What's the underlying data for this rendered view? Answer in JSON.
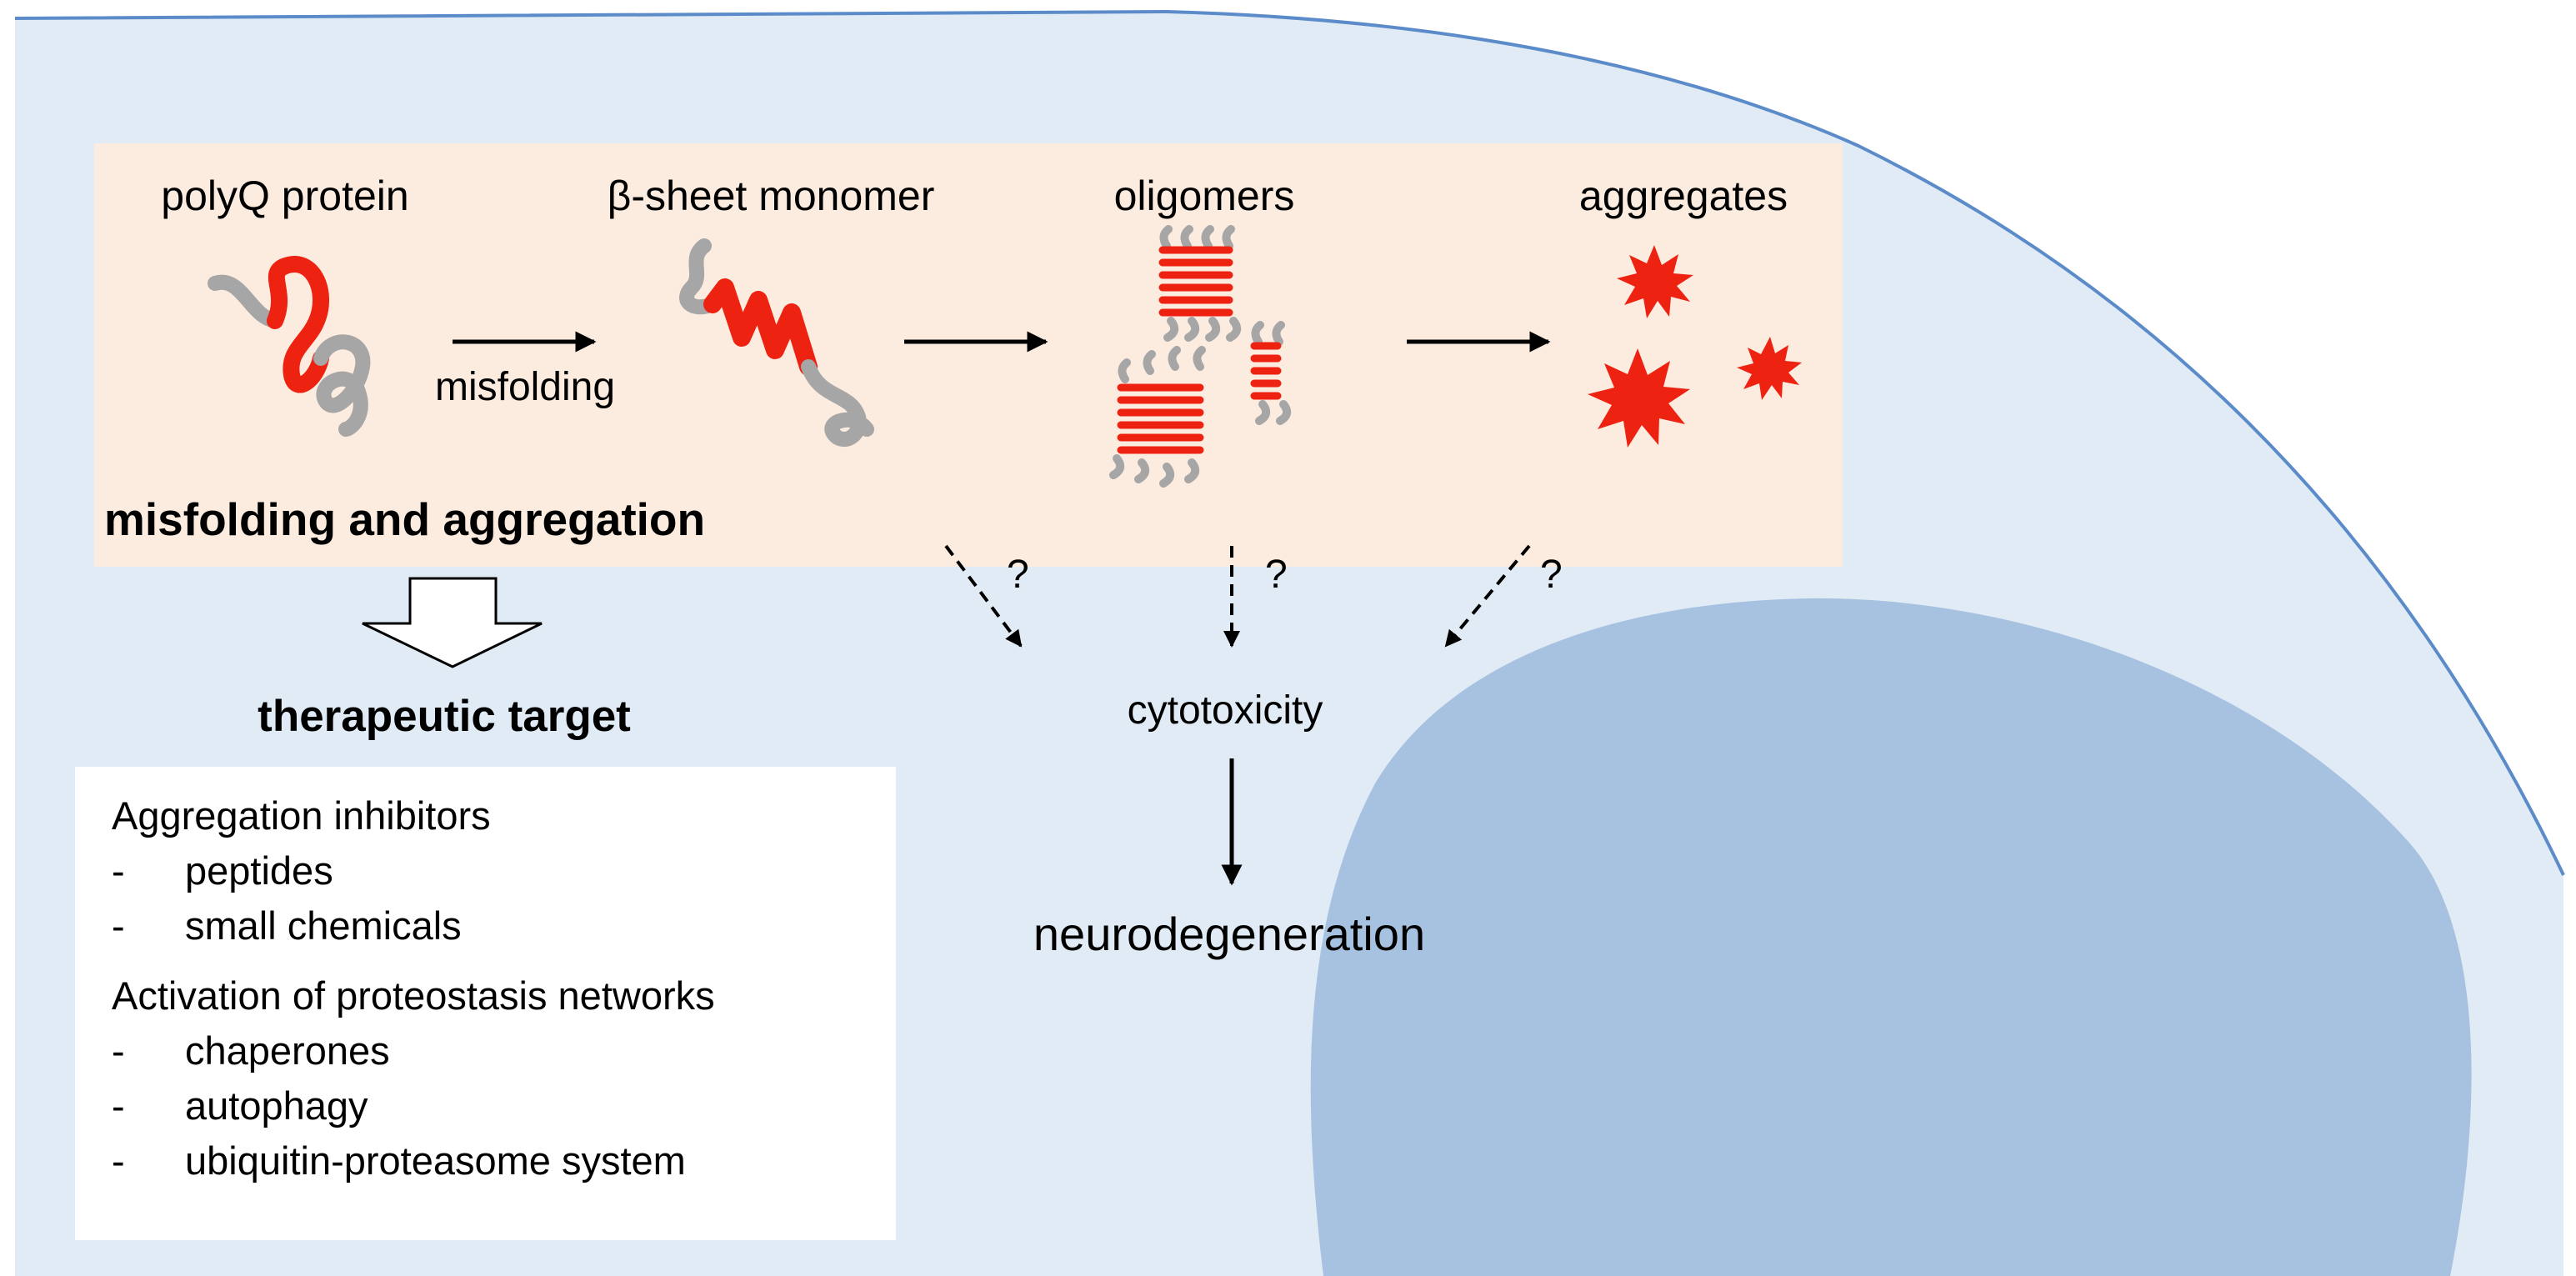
{
  "stages": {
    "polyq": "polyQ protein",
    "monomer": "β-sheet monomer",
    "oligomers": "oligomers",
    "aggregates": "aggregates"
  },
  "step_label": "misfolding",
  "panel_title": "misfolding and aggregation",
  "unknown_marks": [
    "?",
    "?",
    "?"
  ],
  "cytotoxicity": "cytotoxicity",
  "neurodegeneration": "neurodegeneration",
  "therapeutic": {
    "title": "therapeutic target",
    "groups": [
      {
        "title": "Aggregation inhibitors",
        "items": [
          {
            "dash": "-",
            "text": "peptides"
          },
          {
            "dash": "-",
            "text": "small chemicals"
          }
        ]
      },
      {
        "title": "Activation of proteostasis networks",
        "items": [
          {
            "dash": "-",
            "text": "chaperones"
          },
          {
            "dash": "-",
            "text": "autophagy"
          },
          {
            "dash": "-",
            "text": "ubiquitin-proteasome system"
          }
        ]
      }
    ]
  },
  "colors": {
    "cell": "#e1ebf5",
    "cell_border": "#5b8cc9",
    "nucleus": "#a7c2e0",
    "panel": "#fcebdf",
    "protein_red": "#ee2211",
    "protein_gray": "#a6a6a6"
  }
}
